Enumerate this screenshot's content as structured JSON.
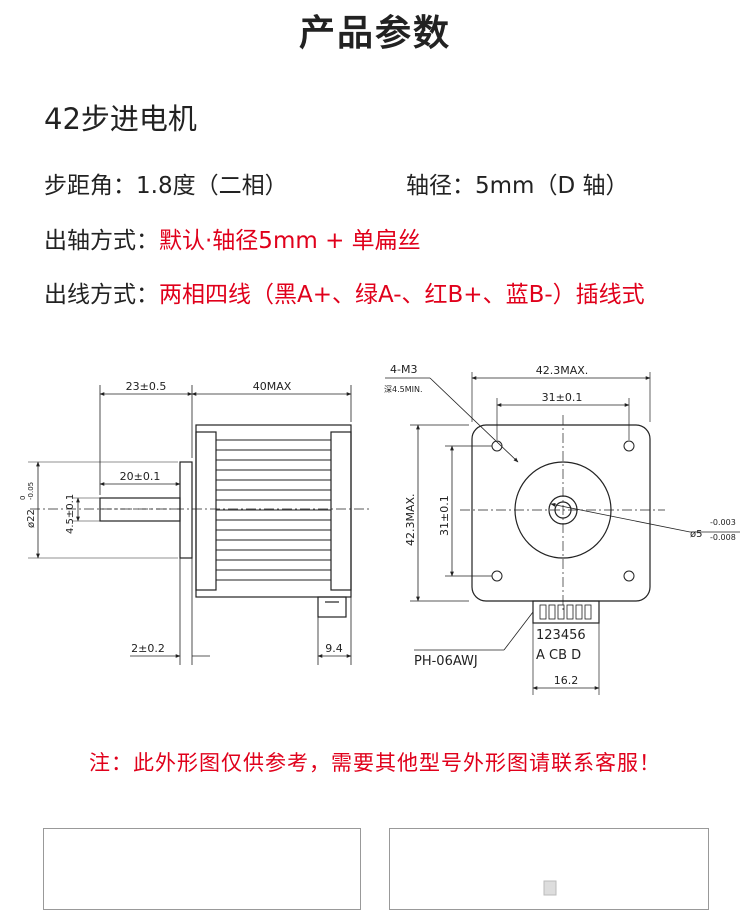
{
  "header": {
    "title": "产品参数"
  },
  "product": {
    "name": "42步进电机"
  },
  "specs": {
    "step_label": "步距角：",
    "step_value": "1.8度（二相）",
    "shaft_label": "轴径：",
    "shaft_value": "5mm（D 轴）",
    "output_shaft_label": "出轴方式：",
    "output_shaft_value": "默认·轴径5mm + 单扁丝",
    "wiring_label": "出线方式：",
    "wiring_value": "两相四线（黑A+、绿A-、红B+、蓝B-）插线式"
  },
  "drawing": {
    "side": {
      "dim_23": "23±0.5",
      "dim_40max": "40MAX",
      "dim_20": "20±0.1",
      "dim_22": "ø22",
      "dim_22_tol": "-0.05",
      "dim_22_tol2": "0",
      "dim_45": "4.5±0.1",
      "dim_2": "2±0.2",
      "dim_94": "9.4"
    },
    "front": {
      "hole_label": "4-M3",
      "hole_depth": "深4.5MIN.",
      "dim_423_top": "42.3MAX.",
      "dim_31_top": "31±0.1",
      "dim_423_left": "42.3MAX.",
      "dim_31_left": "31±0.1",
      "shaft_dia": "ø5",
      "shaft_tol_up": "-0.003",
      "shaft_tol_low": "-0.008",
      "connector_pins": "123456",
      "connector_letters": "A  CB  D",
      "connector_model": "PH-06AWJ",
      "dim_162": "16.2"
    }
  },
  "note": {
    "text": "注：此外形图仅供参考，需要其他型号外形图请联系客服！"
  },
  "colors": {
    "accent_red": "#e0001b",
    "text": "#222222"
  }
}
